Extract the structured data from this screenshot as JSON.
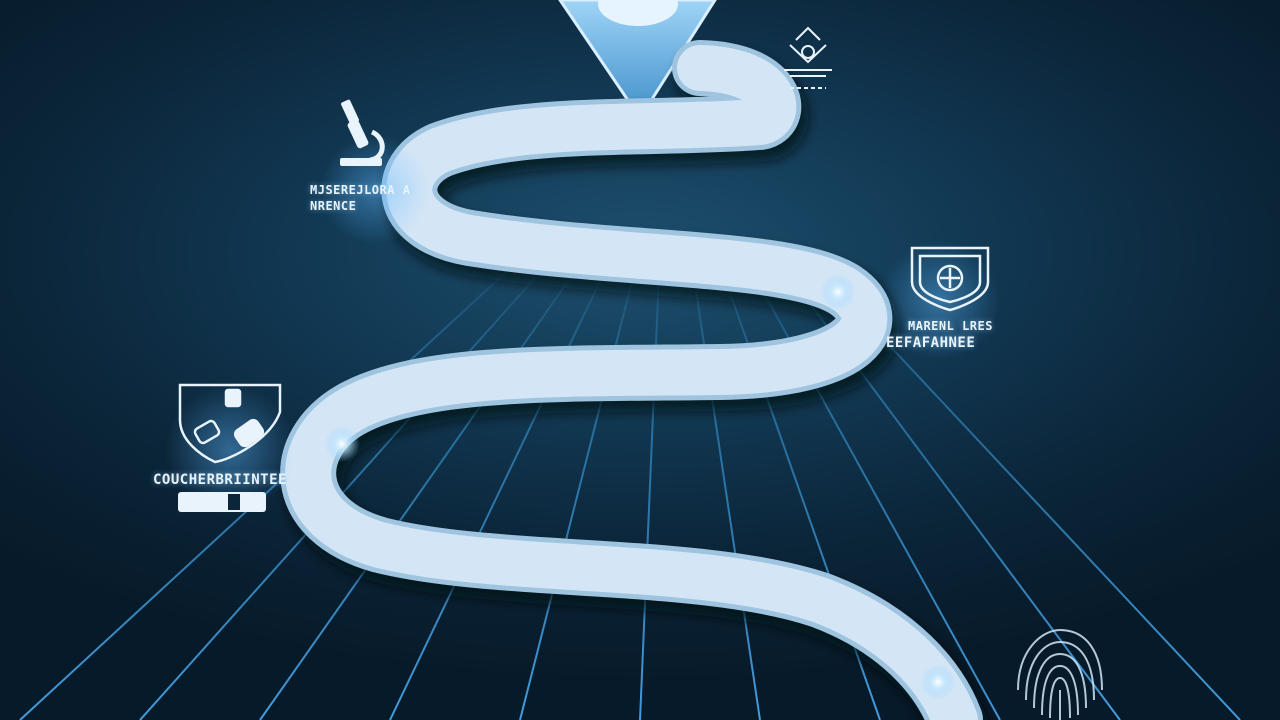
{
  "milestones": [
    {
      "icon": "award-icon",
      "lines": [
        "",
        ""
      ]
    },
    {
      "icon": "microscope-icon",
      "lines": [
        "MJSEREJLORA A",
        "NRENCE"
      ]
    },
    {
      "icon": "shield-crest-icon",
      "lines": [
        "MARENL LRES",
        "EEFAFAHNEE"
      ]
    },
    {
      "icon": "badge-card-icon",
      "lines": [
        "COUCHERBRIINTEE",
        ""
      ]
    },
    {
      "icon": "fingerprint-icon",
      "lines": [
        "",
        ""
      ]
    }
  ],
  "colors": {
    "background": "#0b2539",
    "road": "#d4e6f6",
    "grid": "#3aa0e0",
    "pin": "#5aaee8",
    "glow": "#8fd0ff"
  }
}
